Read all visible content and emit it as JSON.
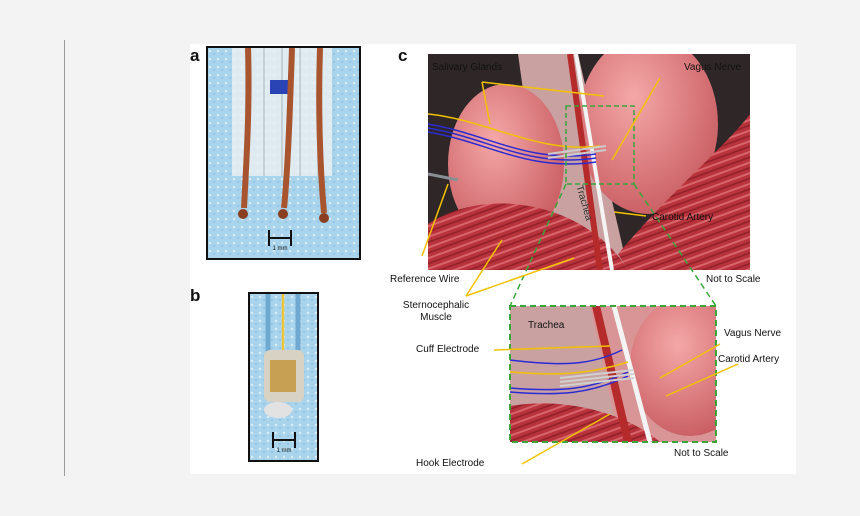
{
  "panels": {
    "a": {
      "letter": "a",
      "scale_label": "1 mm"
    },
    "b": {
      "letter": "b",
      "scale_label": "1 mm"
    },
    "c": {
      "letter": "c"
    }
  },
  "labels": {
    "salivary_glands": "Salivary Glands",
    "vagus_nerve_top": "Vagus Nerve",
    "trachea_top": "Trachea",
    "carotid_artery_top": "Carotid Artery",
    "reference_wire": "Reference Wire",
    "not_to_scale_top": "Not to Scale",
    "sternocephalic_line1": "Sternocephalic",
    "sternocephalic_line2": "Muscle",
    "trachea_inset": "Trachea",
    "cuff_electrode": "Cuff Electrode",
    "vagus_nerve_inset": "Vagus Nerve",
    "carotid_artery_inset": "Carotid Artery",
    "hook_electrode": "Hook Electrode",
    "not_to_scale_inset": "Not to Scale"
  },
  "colors": {
    "callout": "#f2c200",
    "inset_box": "#3aa53a",
    "muscle": "#b8333c",
    "gland": "#e58989",
    "trachea": "#caa1a1",
    "nerve": "#f4f4f4",
    "cuff_wire": "#2b2bd6",
    "photo_bg": "#a9d4ec",
    "copper": "#a8552f"
  }
}
